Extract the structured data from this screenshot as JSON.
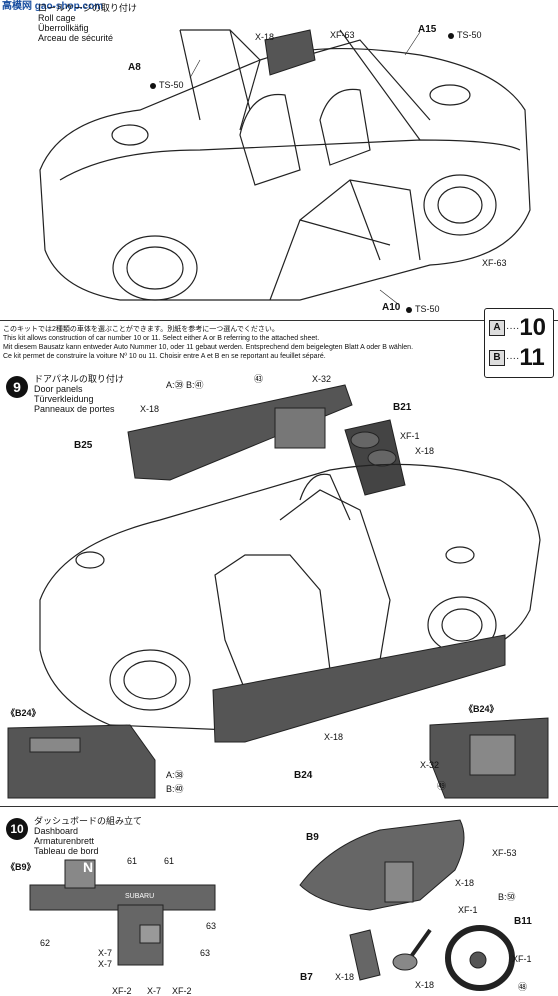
{
  "watermark": "高模网 gao-shop.com",
  "step8": {
    "title_jp": "ロールケージの取り付け",
    "title_lines": [
      "Roll cage",
      "Überrollkäfig",
      "Arceau de sécurité"
    ],
    "labels": {
      "a8": "A8",
      "a15": "A15",
      "a10": "A10",
      "ts50_a": "TS-50",
      "ts50_b": "TS-50",
      "ts50_c": "TS-50",
      "x18": "X-18",
      "xf63_a": "XF-63",
      "xf63_b": "XF-63"
    }
  },
  "notice": {
    "lines": [
      "このキットでは2種類の車体を選ぶことができます。別紙を参考に一つ選んでください。",
      "This kit allows construction of car number 10 or 11. Select either A or B referring to the attached sheet.",
      "Mit diesem Bausatz kann entweder Auto Nummer 10, oder 11 gebaut werden. Entsprechend dem beigelegten Blatt A oder B wählen.",
      "Ce kit permet de construire la voiture Nº 10 ou 11. Choisir entre A et B en se reportant au feuillet séparé."
    ],
    "options": [
      {
        "key": "A",
        "dots": "····",
        "num": "10"
      },
      {
        "key": "B",
        "dots": "····",
        "num": "11"
      }
    ]
  },
  "step9": {
    "num": "9",
    "title_jp": "ドアパネルの取り付け",
    "title_lines": [
      "Door panels",
      "Türverkleidung",
      "Panneaux de portes"
    ],
    "labels": {
      "b21": "B21",
      "b25": "B25",
      "b24": "B24",
      "x18_a": "X-18",
      "x18_b": "X-18",
      "x18_c": "X-18",
      "x32_a": "X-32",
      "x32_b": "X-32",
      "xf1": "XF-1",
      "c63": "㊸",
      "c69": "㊾",
      "ab": "A:㊴ B:㊶"
    },
    "inset_left": {
      "title": "《B24》",
      "a": "A:㊳",
      "b": "B:㊵"
    },
    "inset_right": {
      "title": "《B24》"
    }
  },
  "step10": {
    "num": "10",
    "title_jp": "ダッシュボードの組み立て",
    "title_lines": [
      "Dashboard",
      "Armaturenbrett",
      "Tableau de bord"
    ],
    "inset": {
      "title": "《B9》",
      "logo": "SUBARU",
      "gear": "N"
    },
    "labels": {
      "b9": "B9",
      "b11": "B11",
      "b7": "B7",
      "xf53": "XF-53",
      "x18_a": "X-18",
      "x18_b": "X-18",
      "x18_c": "X-18",
      "xf1_a": "XF-1",
      "xf1_b": "XF-1",
      "b65": "B:㊿",
      "c64": "㊽",
      "c61_a": "61",
      "c61_b": "61",
      "c62": "62",
      "c63_a": "63",
      "c63_b": "63",
      "x7_a": "X-7",
      "x7_b": "X-7",
      "x7_c": "X-7",
      "xf2_a": "XF-2",
      "xf2_b": "XF-2"
    }
  }
}
